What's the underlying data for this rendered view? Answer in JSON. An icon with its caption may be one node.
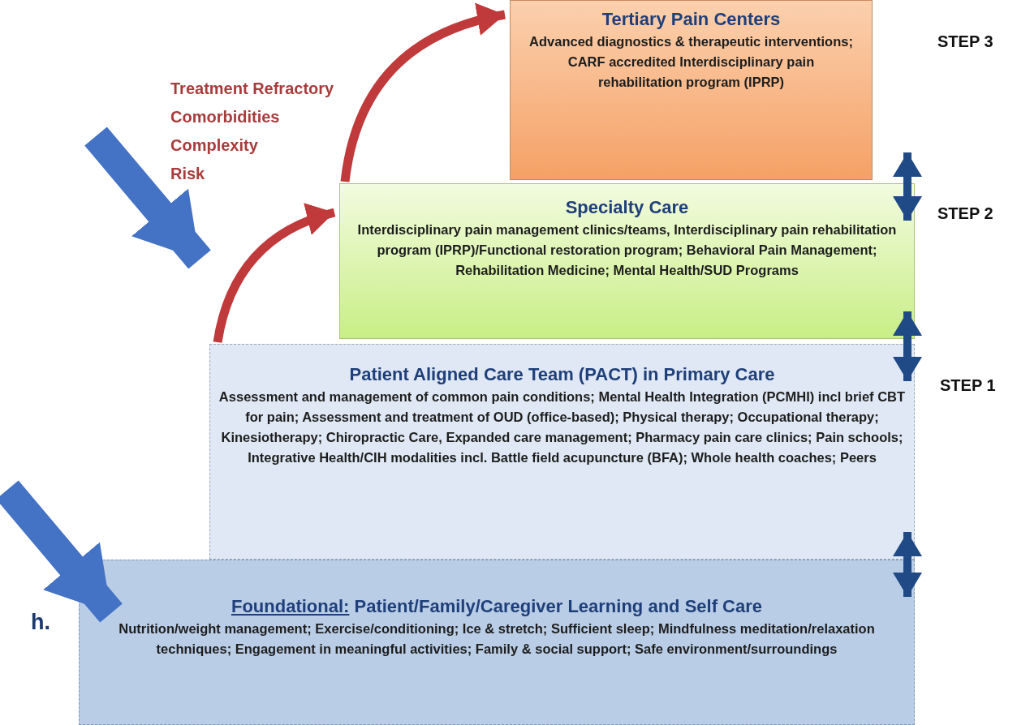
{
  "diagram": {
    "nodes": [
      {
        "text": [
          "Tertiary Pain Centers",
          "Advanced diagnostics & therapeutic interventions; CARF accredited Interdisciplinary pain rehabilitation program (IPRP)"
        ]
      },
      {
        "text": [
          "Specialty Care",
          "Interdisciplinary pain management clinics/teams, Interdisciplinary pain rehabilitation program (IPRP)/Functional restoration program; Behavioral Pain Management; Rehabilitation Medicine; Mental Health/SUD Programs"
        ]
      },
      {
        "text": [
          "Patient Aligned Care Team (PACT) in Primary Care",
          "Assessment and management of common pain conditions; Mental Health Integration (PCMHI) incl brief CBT for pain;  Assessment and treatment of OUD (office-based); Physical therapy; Occupational therapy; Kinesiotherapy; Chiropractic Care, Expanded care management; Pharmacy pain care clinics; Pain schools; Integrative Health/CIH modalities incl. Battle field acupuncture (BFA); Whole health coaches; Peers"
        ]
      },
      {
        "text": [
          "Foundational:",
          "Patient/Family/Caregiver Learning and Self Care",
          "Nutrition/weight management; Exercise/conditioning; Ice & stretch; Sufficient sleep; Mindfulness meditation/relaxation techniques; Engagement in meaningful activities; Family & social support; Safe environment/surroundings"
        ]
      }
    ],
    "edges": [
      {
        "from": 0,
        "to": 1,
        "arrow": "both"
      },
      {
        "from": 1,
        "to": 2,
        "arrow": "both"
      },
      {
        "from": 2,
        "to": 3,
        "arrow": "both"
      },
      {
        "from": 2,
        "to": 1,
        "arrow": "to",
        "color": "#c0393b"
      },
      {
        "from": 1,
        "to": 0,
        "arrow": "to",
        "color": "#c0393b"
      },
      {
        "from": null,
        "to": 2,
        "arrow": "to",
        "style": "thick",
        "color": "#4472c4"
      },
      {
        "from": null,
        "to": 3,
        "arrow": "to",
        "style": "thick",
        "color": "#4472c4"
      }
    ],
    "labels": [
      "Treatment Refractory",
      "Comorbidities",
      "Complexity",
      "Risk",
      "STEP 3",
      "STEP 2",
      "STEP 1",
      "h."
    ]
  }
}
